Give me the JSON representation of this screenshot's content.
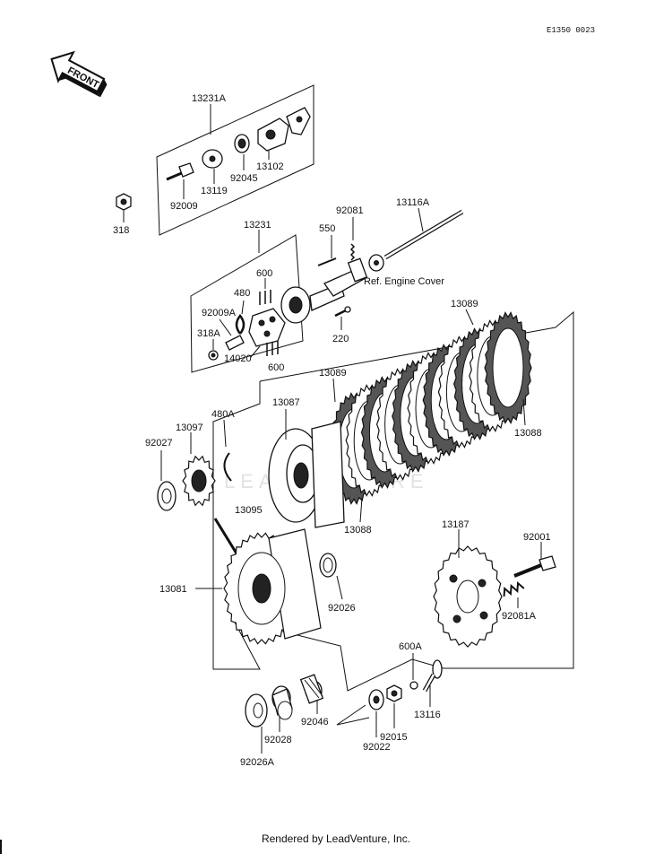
{
  "doc_code": "E1350 0023",
  "front_label": "FRONT",
  "watermark": "LEADVENTURE",
  "footer": "Rendered by LeadVenture, Inc.",
  "labels": {
    "p13231A": "13231A",
    "p92009": "92009",
    "p318": "318",
    "p13119": "13119",
    "p92045": "92045",
    "p13102": "13102",
    "p92081": "92081",
    "p13116A": "13116A",
    "p13231": "13231",
    "p550": "550",
    "p600a": "600",
    "p480": "480",
    "p92009A": "92009A",
    "p318A": "318A",
    "p14020": "14020",
    "p600b": "600",
    "p220": "220",
    "ref_engine_cover": "Ref.  Engine Cover",
    "p13089a": "13089",
    "p13089b": "13089",
    "p13087": "13087",
    "p13088a": "13088",
    "p13088b": "13088",
    "p480A": "480A",
    "p13097": "13097",
    "p92027": "92027",
    "p13095": "13095",
    "p13081": "13081",
    "p92026": "92026",
    "p13187": "13187",
    "p92001": "92001",
    "p92081A": "92081A",
    "p600A": "600A",
    "p13116": "13116",
    "p92015": "92015",
    "p92022": "92022",
    "p92046": "92046",
    "p92028": "92028",
    "p92026A": "92026A"
  }
}
